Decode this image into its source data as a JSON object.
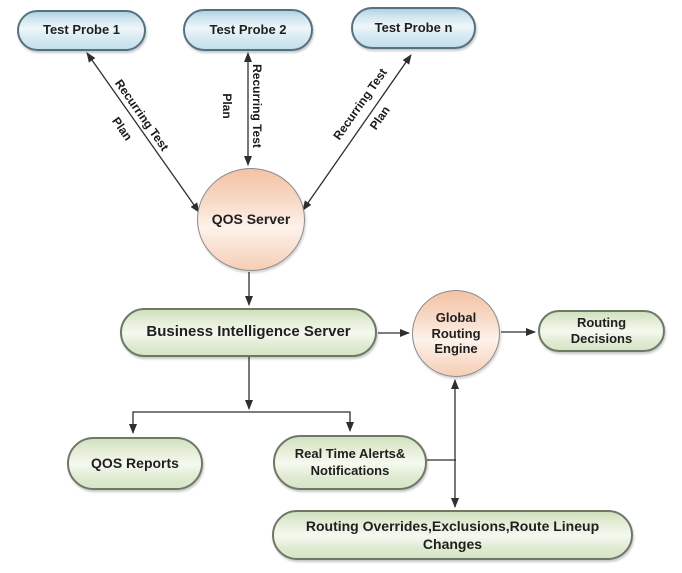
{
  "palette": {
    "background": "#ffffff",
    "connector": "#2f2f2f",
    "text": "#1f1f1f",
    "blue_node_fill_top": "#aed2e2",
    "blue_node_fill_mid": "#eef6f9",
    "blue_node_fill_bottom": "#c3dfec",
    "blue_node_border": "#557180",
    "green_node_fill_top": "#d0e1bf",
    "green_node_fill_mid": "#f5f9f0",
    "green_node_fill_bottom": "#d6e5c6",
    "green_node_border": "#6e7866",
    "peach_node_fill_top": "#f3c2a5",
    "peach_node_fill_mid": "#fdf2ea",
    "peach_node_fill_bottom": "#f5ceb6",
    "peach_node_border": "#8c8c8c"
  },
  "nodes": {
    "test_probe_1": {
      "label": "Test Probe 1"
    },
    "test_probe_2": {
      "label": "Test Probe 2"
    },
    "test_probe_n": {
      "label": "Test Probe n"
    },
    "qos_server": {
      "label": "QOS Server"
    },
    "business_intelligence_server": {
      "label": "Business Intelligence Server"
    },
    "global_routing_engine": {
      "label": "Global\nRouting\nEngine"
    },
    "routing_decisions": {
      "label": "Routing\nDecisions"
    },
    "qos_reports": {
      "label": "QOS Reports"
    },
    "real_time_alerts": {
      "label": "Real Time Alerts&\nNotifications"
    },
    "routing_overrides": {
      "label": "Routing Overrides,Exclusions,Route Lineup\nChanges"
    }
  },
  "edges": {
    "probe1_to_qos": {
      "label": "Recurring Test\nPlan"
    },
    "probe2_to_qos": {
      "label": "Recurring Test\nPlan"
    },
    "probe_n_to_qos": {
      "label": "Recurring Test\nPlan"
    }
  }
}
